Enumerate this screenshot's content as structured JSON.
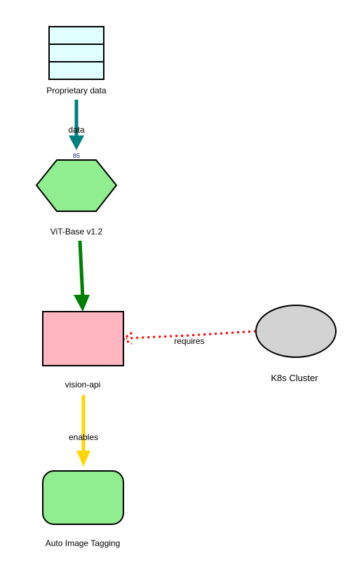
{
  "nodes": {
    "datastore": {
      "label": "Proprietary data",
      "fill": "#e0ffff"
    },
    "model": {
      "label": "ViT-Base v1.2",
      "fill": "#90ee90"
    },
    "service": {
      "label": "vision-api",
      "fill": "#ffb6c1"
    },
    "infra": {
      "label": "K8s Cluster",
      "fill": "#d3d3d3"
    },
    "product": {
      "label": "Auto Image Tagging",
      "fill": "#90ee90"
    }
  },
  "edges": {
    "data_edge": {
      "label": "data",
      "weight": "85",
      "color": "#008080"
    },
    "model_edge": {
      "label": "",
      "color": "#008000"
    },
    "requires_edge": {
      "label": "requires",
      "color": "#ff0000",
      "style": "dotted"
    },
    "enables_edge": {
      "label": "enables",
      "color": "#ffd700"
    }
  }
}
